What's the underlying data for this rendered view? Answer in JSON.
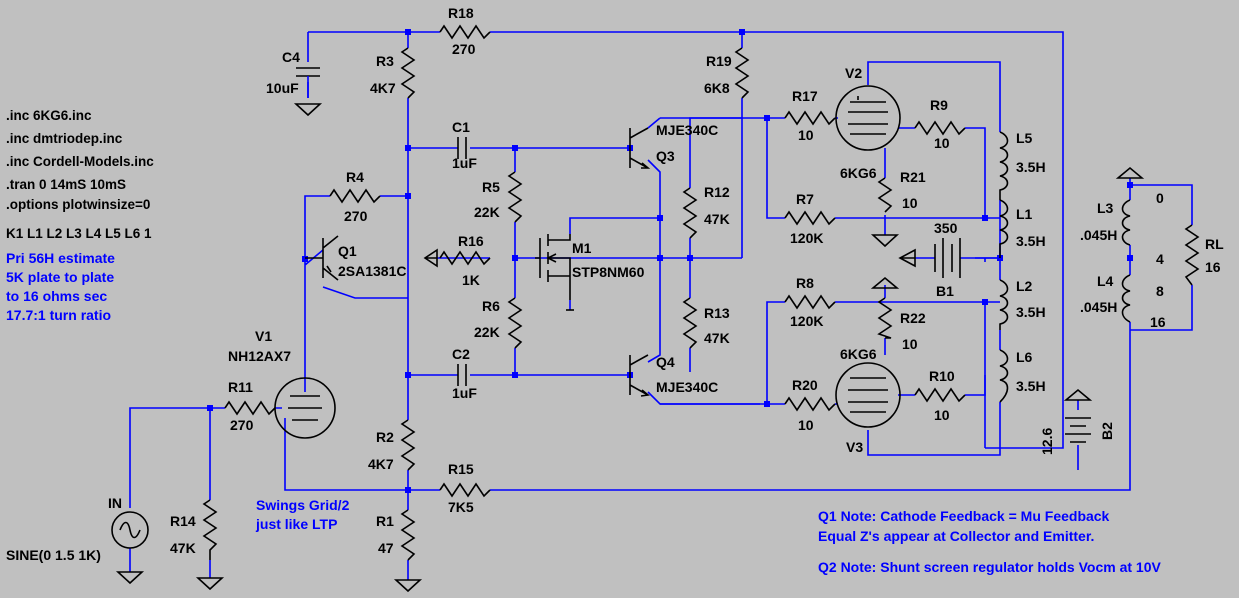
{
  "spice_directives": [
    ".inc 6KG6.inc",
    ".inc dmtriodep.inc",
    ".inc Cordell-Models.inc",
    ".tran 0 14mS 10mS",
    ".options plotwinsize=0"
  ],
  "coupling_directive": "K1 L1 L2 L3 L4 L5 L6 1",
  "transformer_note": [
    "Pri 56H estimate",
    "5K plate to plate",
    "to 16 ohms sec",
    "17.7:1 turn ratio"
  ],
  "swing_note": [
    "Swings Grid/2",
    "just like LTP"
  ],
  "q1_note": [
    "Q1 Note: Cathode Feedback = Mu Feedback",
    "Equal Z's appear at Collector and Emitter."
  ],
  "q2_note": "Q2 Note: Shunt screen regulator holds Vocm at 10V",
  "components": {
    "R18": {
      "name": "R18",
      "value": "270"
    },
    "C4": {
      "name": "C4",
      "value": "10uF"
    },
    "R3": {
      "name": "R3",
      "value": "4K7"
    },
    "R19": {
      "name": "R19",
      "value": "6K8"
    },
    "C1": {
      "name": "C1",
      "value": "1uF"
    },
    "Q3": {
      "name": "Q3",
      "model": "MJE340C"
    },
    "R4": {
      "name": "R4",
      "value": "270"
    },
    "R5": {
      "name": "R5",
      "value": "22K"
    },
    "R12": {
      "name": "R12",
      "value": "47K"
    },
    "Q1": {
      "name": "Q1",
      "model": "2SA1381C"
    },
    "R16": {
      "name": "R16",
      "value": "1K"
    },
    "M1": {
      "name": "M1",
      "model": "STP8NM60"
    },
    "R6": {
      "name": "R6",
      "value": "22K"
    },
    "R13": {
      "name": "R13",
      "value": "47K"
    },
    "V1": {
      "name": "V1",
      "model": "NH12AX7"
    },
    "C2": {
      "name": "C2",
      "value": "1uF"
    },
    "Q4": {
      "name": "Q4",
      "model": "MJE340C"
    },
    "R11": {
      "name": "R11",
      "value": "270"
    },
    "R2": {
      "name": "R2",
      "value": "4K7"
    },
    "R15": {
      "name": "R15",
      "value": "7K5"
    },
    "R1": {
      "name": "R1",
      "value": "47"
    },
    "IN": {
      "name": "IN",
      "value": "SINE(0 1.5 1K)"
    },
    "R14": {
      "name": "R14",
      "value": "47K"
    },
    "V2": {
      "name": "V2",
      "model": "6KG6"
    },
    "R17": {
      "name": "R17",
      "value": "10"
    },
    "R9": {
      "name": "R9",
      "value": "10"
    },
    "R21": {
      "name": "R21",
      "value": "10"
    },
    "R7": {
      "name": "R7",
      "value": "120K"
    },
    "B1": {
      "name": "B1",
      "value": "350"
    },
    "R8": {
      "name": "R8",
      "value": "120K"
    },
    "R22": {
      "name": "R22",
      "value": "10"
    },
    "V3": {
      "name": "V3",
      "model": "6KG6"
    },
    "R20": {
      "name": "R20",
      "value": "10"
    },
    "R10": {
      "name": "R10",
      "value": "10"
    },
    "L5": {
      "name": "L5",
      "value": "3.5H"
    },
    "L1": {
      "name": "L1",
      "value": "3.5H"
    },
    "L2": {
      "name": "L2",
      "value": "3.5H"
    },
    "L6": {
      "name": "L6",
      "value": "3.5H"
    },
    "L3": {
      "name": "L3",
      "value": ".045H"
    },
    "L4": {
      "name": "L4",
      "value": ".045H"
    },
    "RL": {
      "name": "RL",
      "value": "16"
    },
    "B2": {
      "name": "B2",
      "value": "12.6"
    }
  },
  "tap_labels": [
    "0",
    "4",
    "8",
    "16"
  ],
  "colors": {
    "background": "#c0c0c0",
    "wire": "#0000ff",
    "part": "#000000",
    "junction": "#0000ff",
    "note": "#0000ff"
  }
}
